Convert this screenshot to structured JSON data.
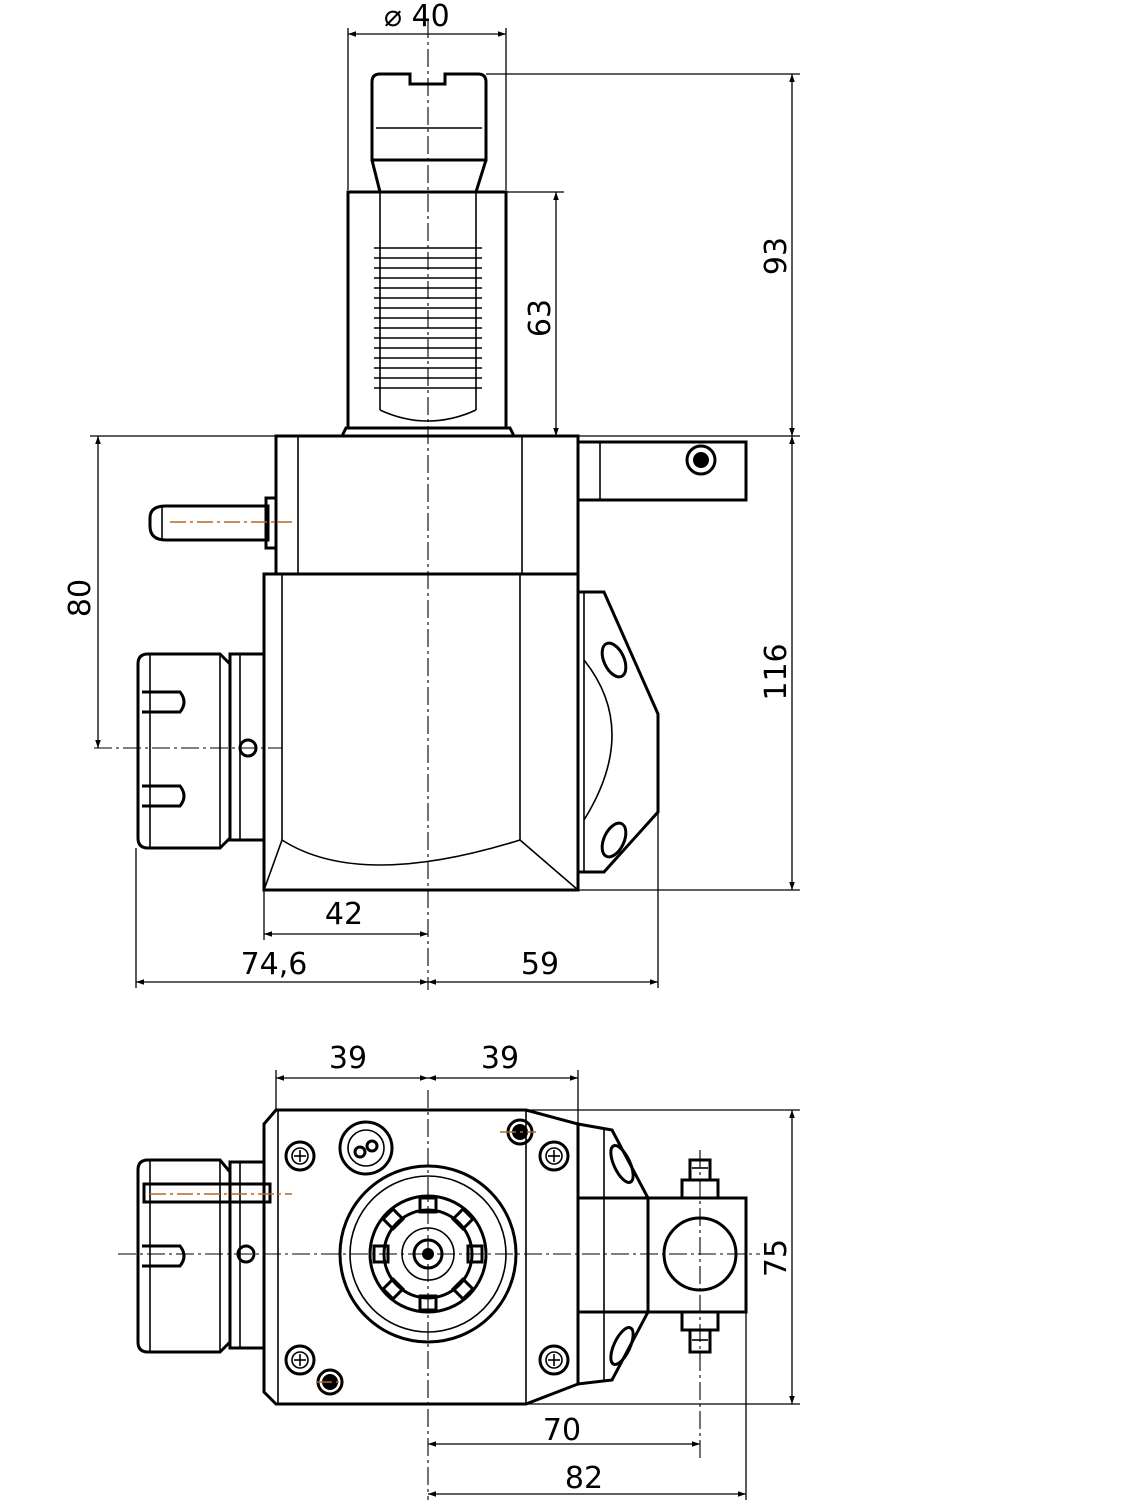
{
  "side_view": {
    "dim_shank_diameter": "⌀ 40",
    "dim_total_top": "93",
    "dim_shank_length": "63",
    "dim_tool_height": "80",
    "dim_body_height": "116",
    "dim_collet_offset": "42",
    "dim_left_extent": "74,6",
    "dim_right_extent": "59"
  },
  "bottom_view": {
    "dim_left_half": "39",
    "dim_right_half": "39",
    "dim_height": "75",
    "dim_clamp_offset": "70",
    "dim_total_width": "82"
  }
}
